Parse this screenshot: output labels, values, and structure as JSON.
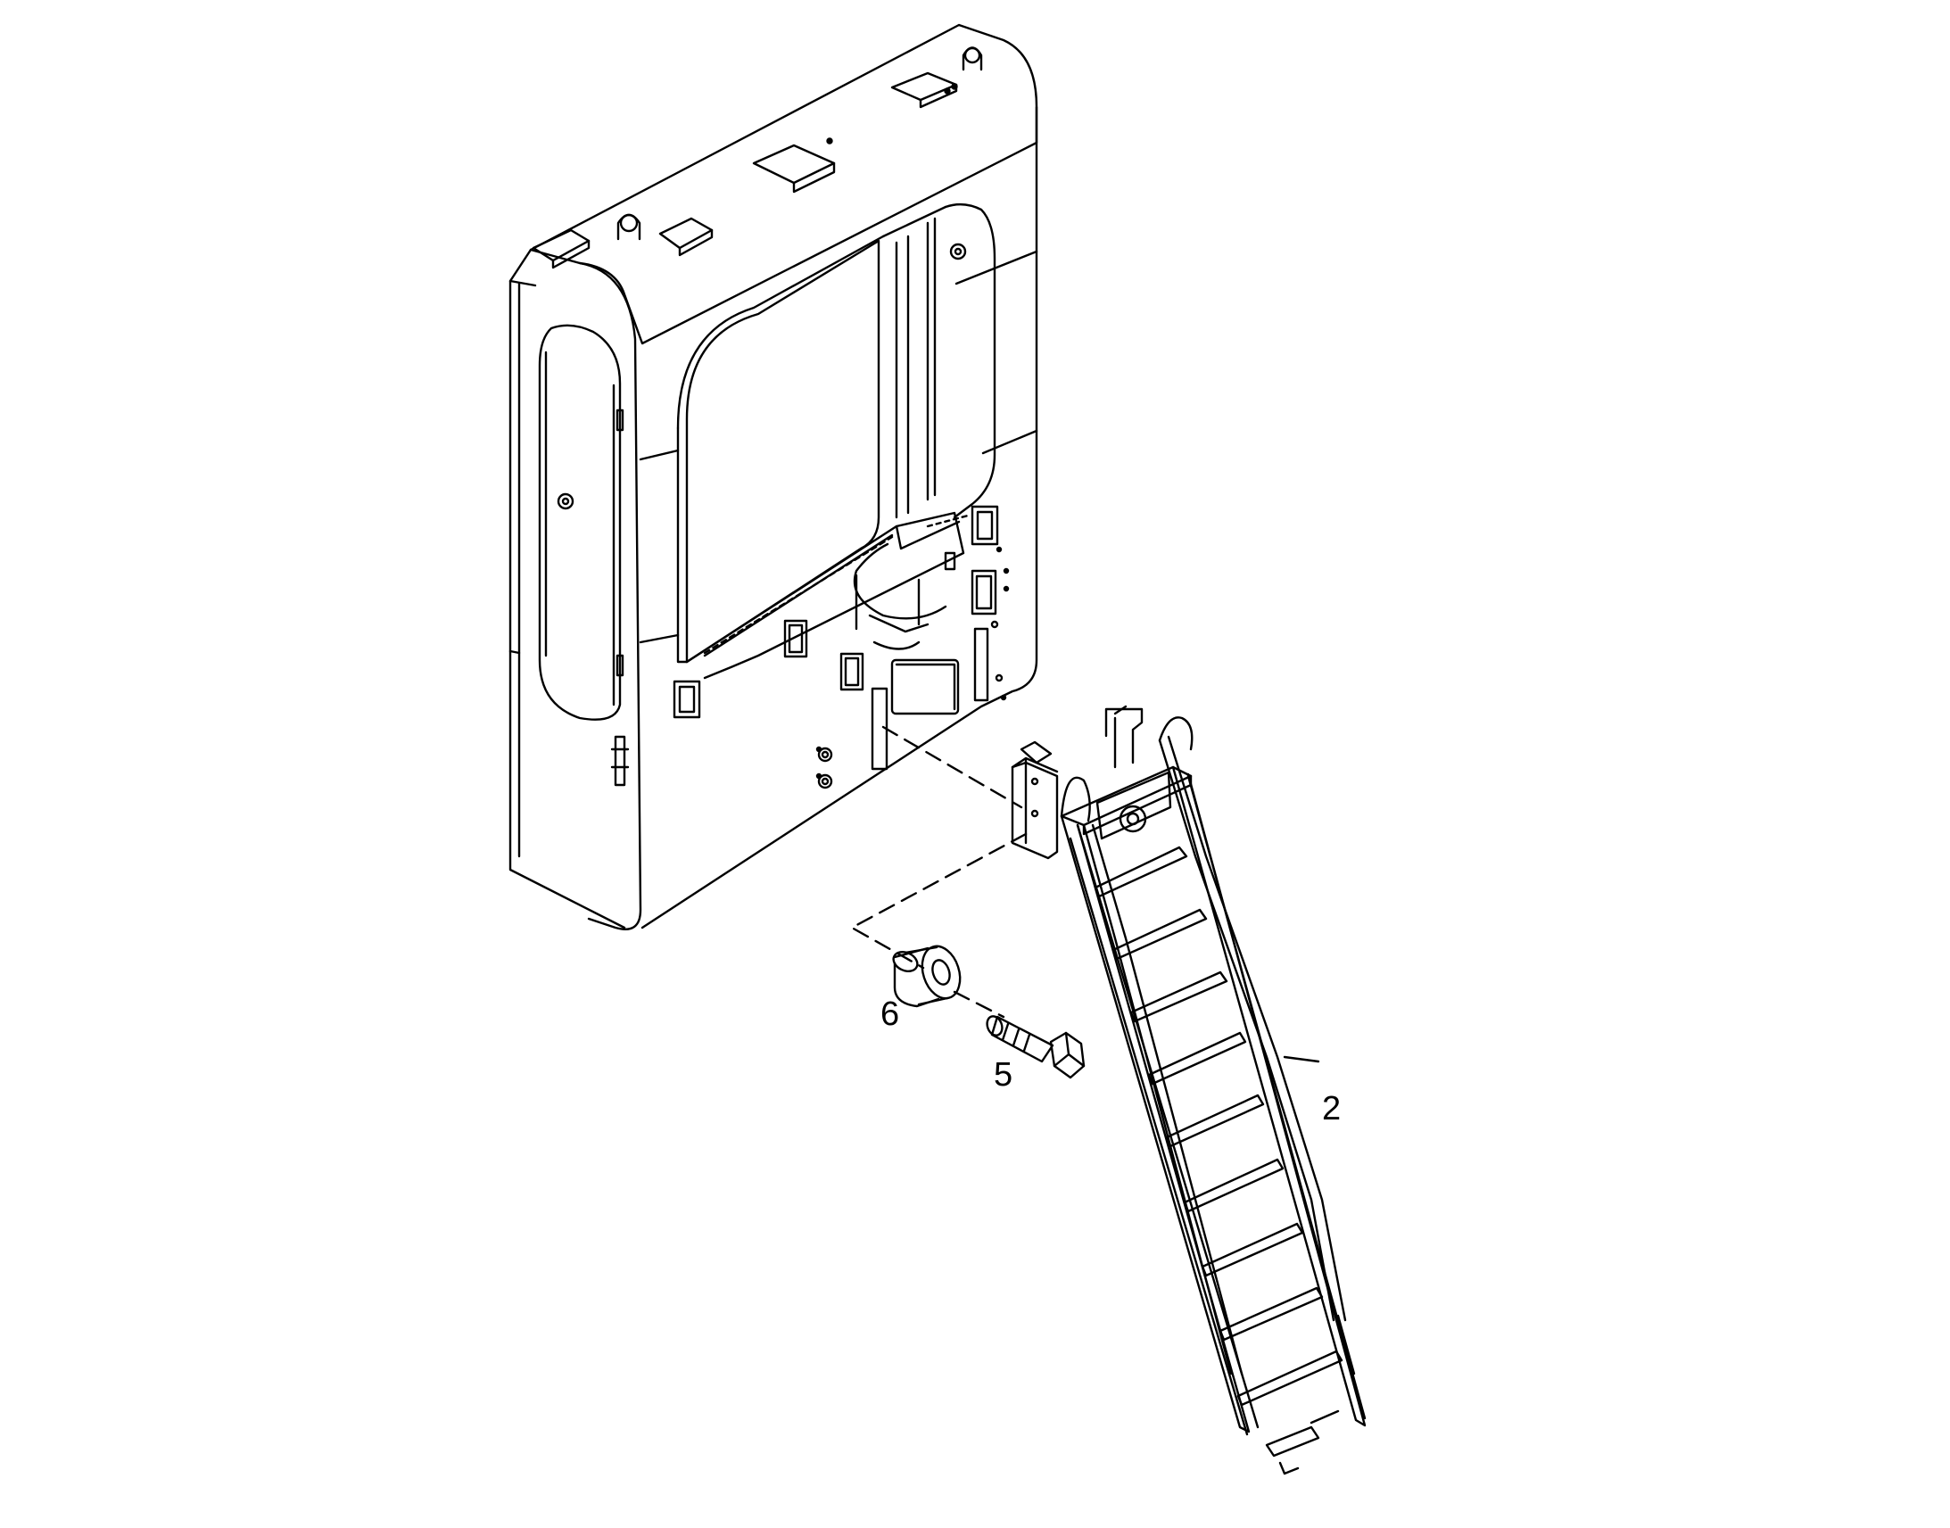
{
  "callouts": {
    "part_2": "2",
    "part_5": "5",
    "part_6": "6"
  },
  "colors": {
    "line": "#000000",
    "paper": "#ffffff"
  }
}
